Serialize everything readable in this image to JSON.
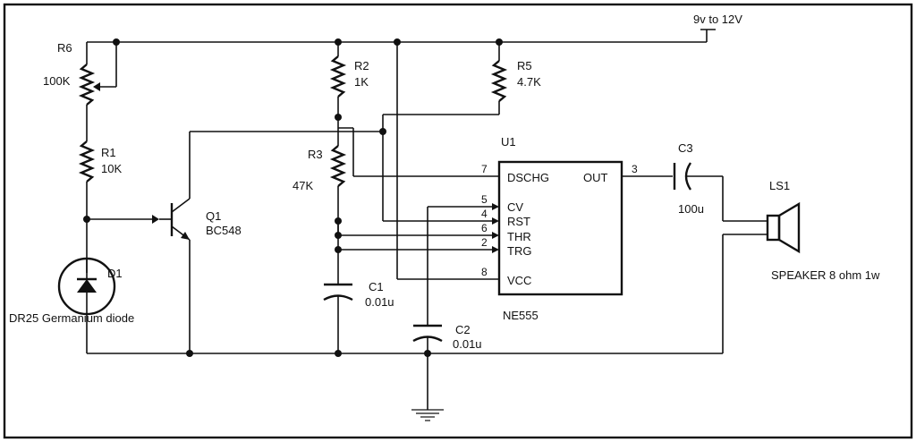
{
  "supply_label": "9v to 12V",
  "components": {
    "r6": {
      "ref": "R6",
      "value": "100K"
    },
    "r1": {
      "ref": "R1",
      "value": "10K"
    },
    "r2": {
      "ref": "R2",
      "value": "1K"
    },
    "r3": {
      "ref": "R3",
      "value": "47K"
    },
    "r5": {
      "ref": "R5",
      "value": "4.7K"
    },
    "q1": {
      "ref": "Q1",
      "value": "BC548"
    },
    "d1": {
      "ref": "D1",
      "value": "DR25 Germanium diode"
    },
    "c1": {
      "ref": "C1",
      "value": "0.01u"
    },
    "c2": {
      "ref": "C2",
      "value": "0.01u"
    },
    "c3": {
      "ref": "C3",
      "value": "100u"
    },
    "ls1": {
      "ref": "LS1",
      "value": "SPEAKER 8 ohm 1w"
    },
    "u1": {
      "ref": "U1",
      "value": "NE555"
    }
  },
  "ic_pins": {
    "left": [
      {
        "num": "7",
        "name": "DSCHG"
      },
      {
        "num": "5",
        "name": "CV"
      },
      {
        "num": "4",
        "name": "RST"
      },
      {
        "num": "6",
        "name": "THR"
      },
      {
        "num": "2",
        "name": "TRG"
      },
      {
        "num": "8",
        "name": "VCC"
      }
    ],
    "right": [
      {
        "num": "3",
        "name": "OUT"
      }
    ]
  }
}
